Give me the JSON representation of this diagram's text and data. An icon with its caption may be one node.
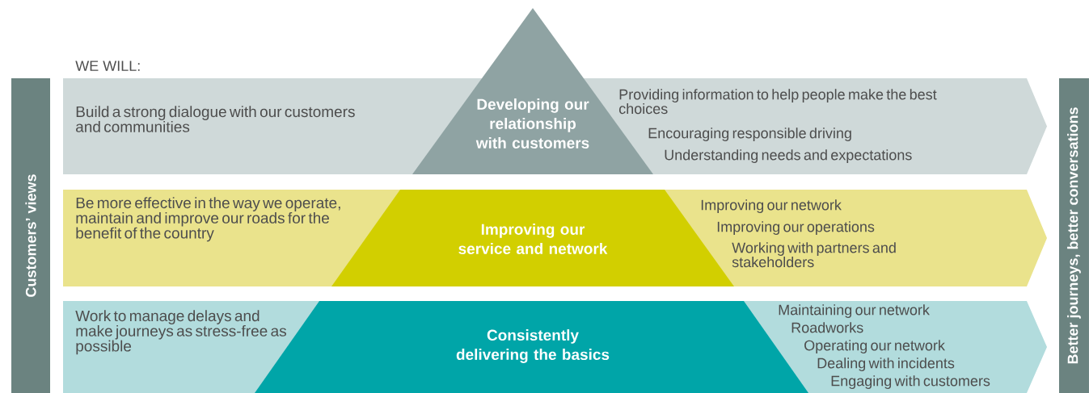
{
  "diagram": {
    "nodes": [
      {
        "text": [
          "Customers’ views"
        ]
      },
      {
        "text": [
          "Build a strong dialogue with our customers and communities",
          "Providing information to help people make the best choices",
          "Encouraging responsible driving",
          "Understanding needs and expectations"
        ]
      },
      {
        "text": [
          "Developing our relationship with customers"
        ]
      },
      {
        "text": [
          "Be more effective in the way we operate, maintain and improve our roads for the benefit of the country",
          "Improving our network",
          "Improving our operations",
          "Working with partners and stakeholders"
        ]
      },
      {
        "text": [
          "Improving our service and network"
        ],
        "in": 3
      },
      {
        "text": [
          "Work to manage delays and make journeys as stress-free as possible",
          "Maintaining our network",
          "Roadworks",
          "Operating our network",
          "Dealing with incidents",
          "Engaging with customers"
        ]
      },
      {
        "text": [
          "Consistently delivering the basics"
        ],
        "in": 5
      },
      {
        "text": [
          "Better journeys, better conversations"
        ]
      }
    ],
    "labels": [
      "WE WILL:"
    ]
  }
}
